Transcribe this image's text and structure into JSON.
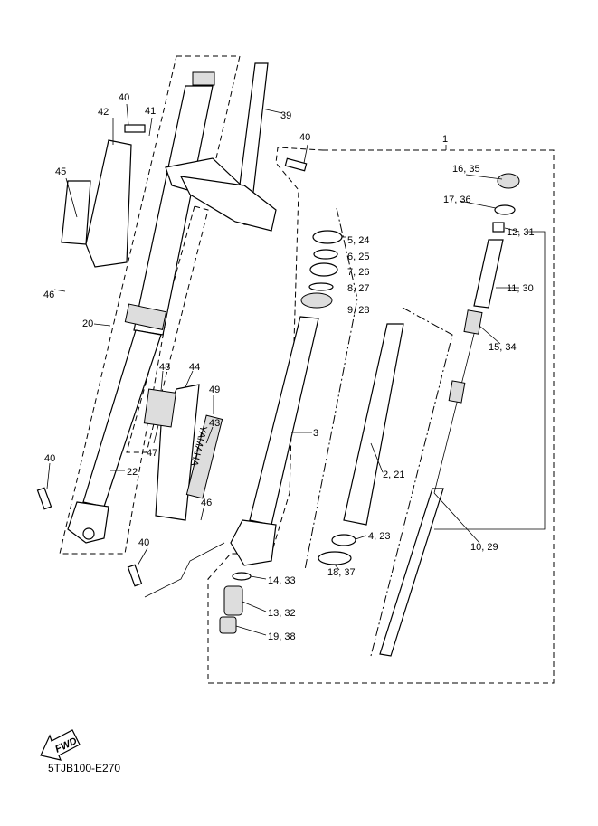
{
  "diagram": {
    "code": "5TJB100-E270",
    "fwd_label": "FWD",
    "logo_text": "YAMAHA",
    "labels": [
      "40",
      "41",
      "42",
      "39",
      "40",
      "1",
      "45",
      "16, 35",
      "17, 36",
      "12, 31",
      "5, 24",
      "6, 25",
      "7, 26",
      "8, 27",
      "46",
      "11, 30",
      "9, 28",
      "20",
      "15, 34",
      "48",
      "44",
      "49",
      "3",
      "43",
      "47",
      "22",
      "2, 21",
      "40",
      "46",
      "4, 23",
      "40",
      "10, 29",
      "18, 37",
      "14, 33",
      "13, 32",
      "19, 38"
    ]
  }
}
